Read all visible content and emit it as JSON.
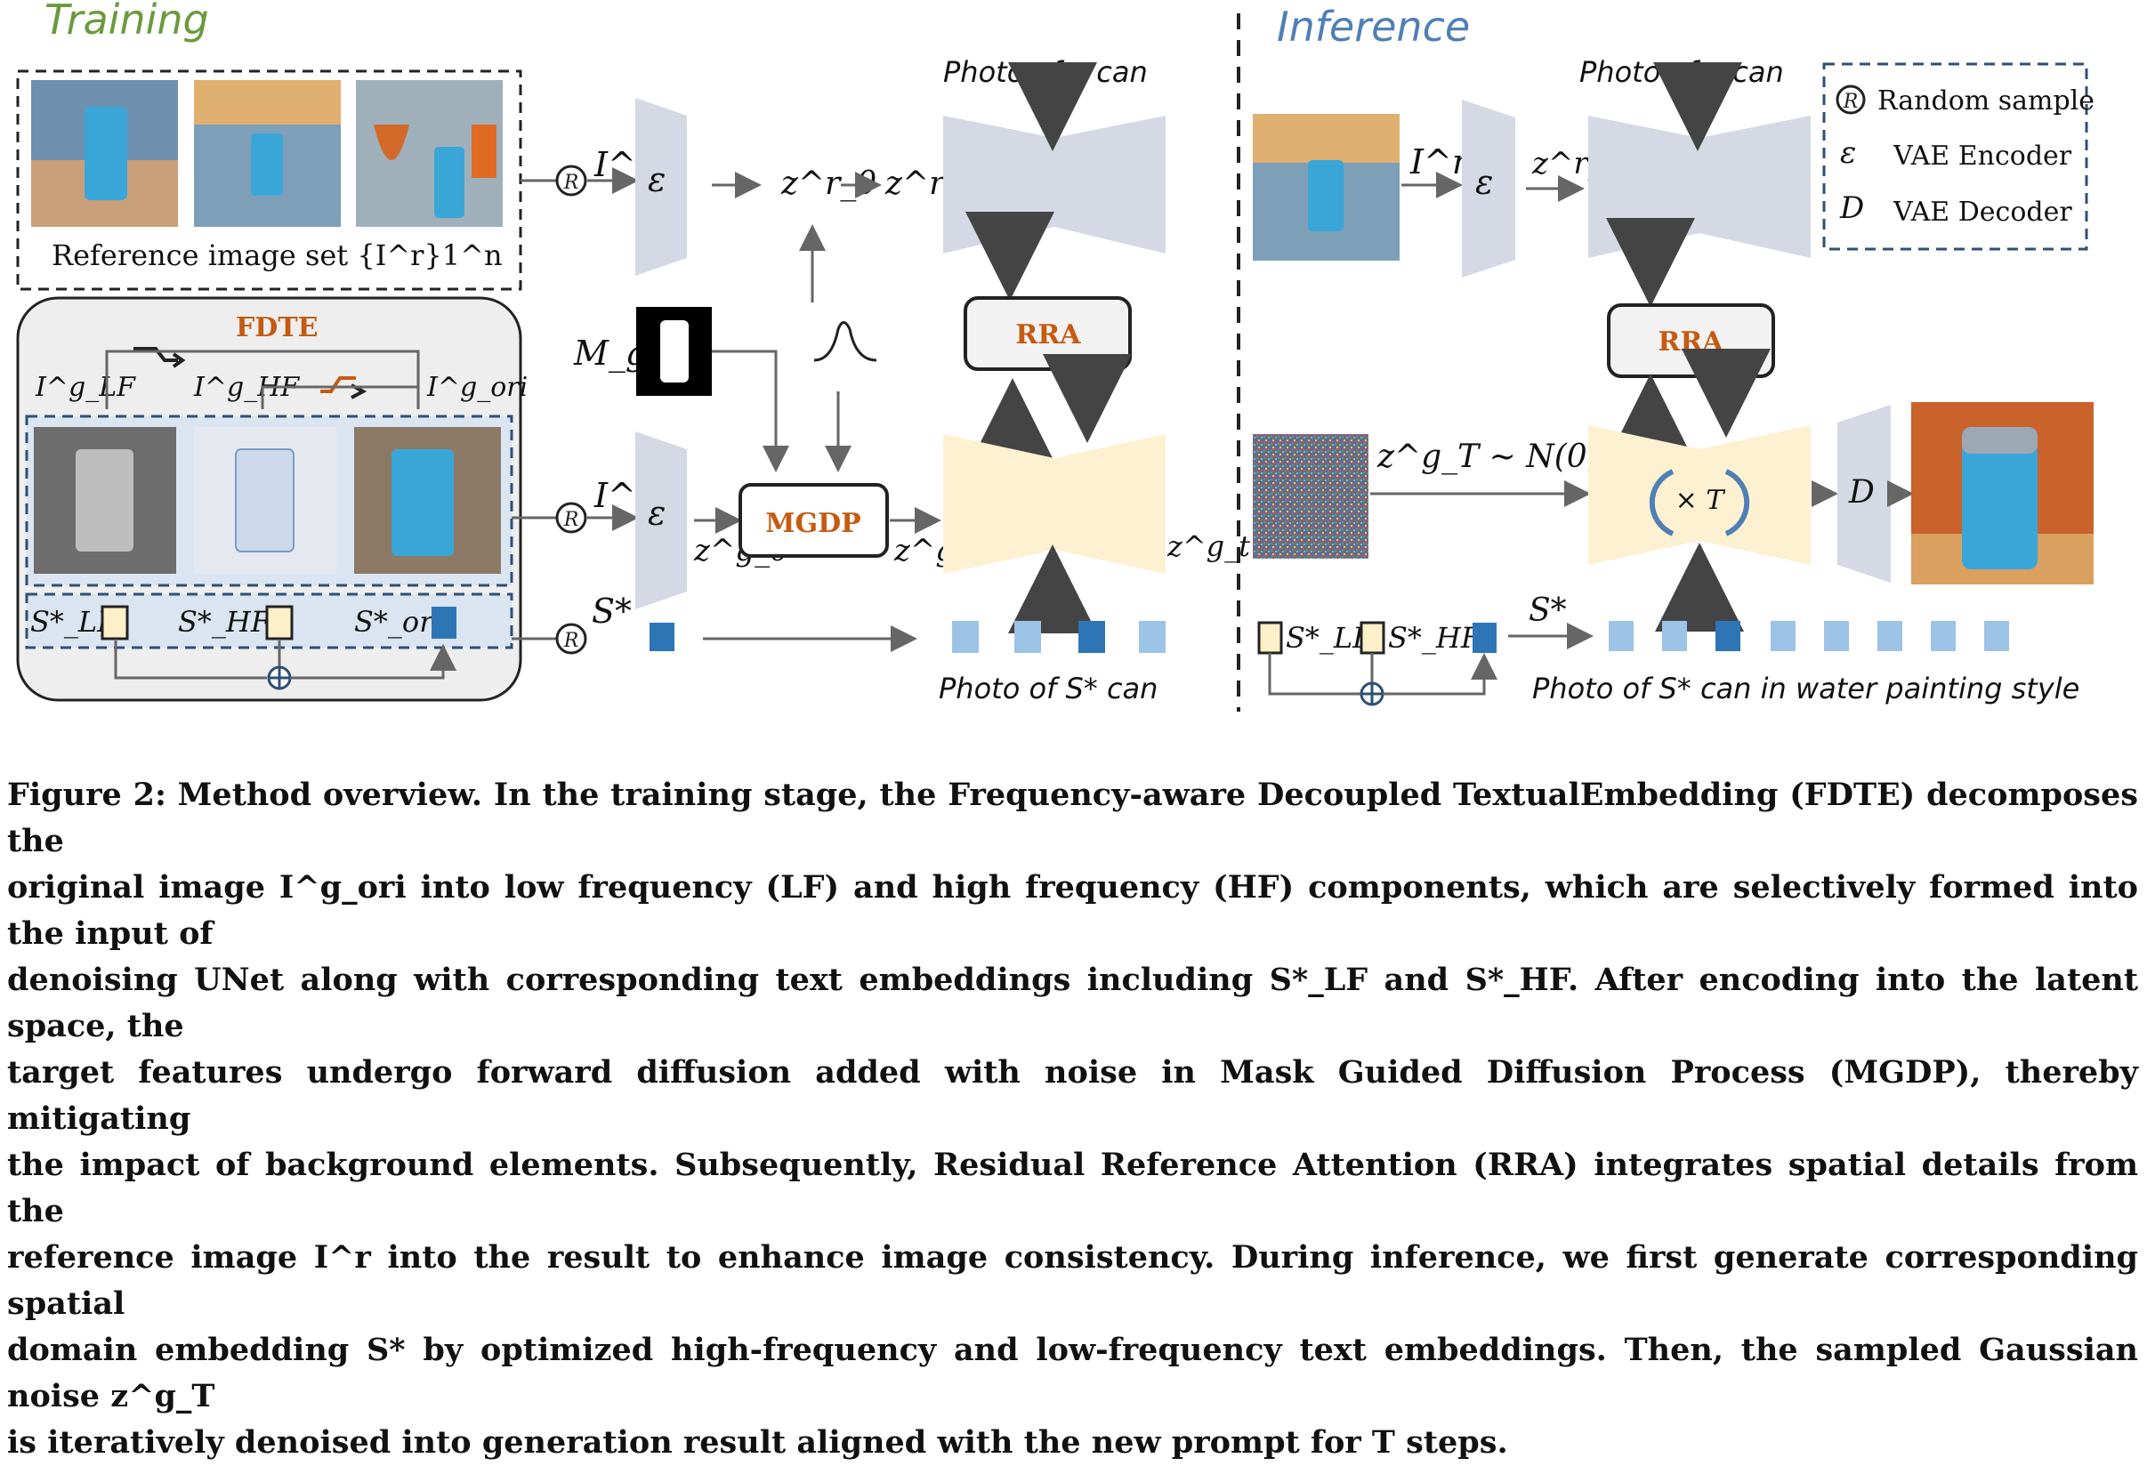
{
  "training": {
    "title": "Training",
    "ref_set_label": "Reference image set {I^r}1^n",
    "fdte_label": "FDTE",
    "i_lf": "I^g_LF",
    "i_hf": "I^g_HF",
    "i_ori": "I^g_ori",
    "s_lf": "S*_LF",
    "s_hf": "S*_HF",
    "s_ori": "S*_ori",
    "ir_label": "I^r",
    "ig_label": "I^g",
    "s_star_label": "S*",
    "enc_symbol": "ε",
    "z0r": "z^r_0",
    "ztr": "z^r_t",
    "mg": "M_g",
    "mgdp": "MGDP",
    "z0g": "z^g_0",
    "ztg": "z^g_t",
    "zt1g": "z^g_t−1",
    "photo_top": "Photo of a can",
    "rra": "RRA",
    "photo_bottom": "Photo of S* can"
  },
  "inference": {
    "title": "Inference",
    "ir_label": "I^r",
    "enc_symbol": "ε",
    "z0r": "z^r_0",
    "photo_top": "Photo of a can",
    "rra": "RRA",
    "noise_label": "z^g_T ~ N(0, I)",
    "times_t": "× T",
    "dec_symbol": "D",
    "s_lf": "S*_LF",
    "s_hf": "S*_HF",
    "s_star": "S*",
    "photo_bottom": "Photo of S* can in water painting style"
  },
  "legend": {
    "random": "Random sample",
    "encoder": "VAE Encoder",
    "decoder": "VAE Decoder",
    "random_symbol": "R",
    "encoder_symbol": "ε",
    "decoder_symbol": "D"
  },
  "colors": {
    "training_title": "#6a9a3e",
    "inference_title": "#4f7fb5",
    "fdte_orange": "#c55a11",
    "unet_gray": "#d4d9e3",
    "unet_cream": "#fdf1d2",
    "token_light": "#9dc3e6",
    "token_dark": "#2e75b6",
    "token_cream": "#fdf0c8",
    "panel_blue": "#dce6f2"
  },
  "caption": {
    "lines": [
      "Figure 2: Method overview. In the training stage, the Frequency-aware Decoupled TextualEmbedding (FDTE) decomposes the",
      "original image I^g_ori into low frequency (LF) and high frequency (HF) components, which are selectively formed into the input of",
      "denoising UNet along with corresponding text embeddings including S*_LF and S*_HF. After encoding into the latent space, the",
      "target features undergo forward diffusion added with noise in Mask Guided Diffusion Process (MGDP), thereby mitigating",
      "the impact of background elements. Subsequently, Residual Reference Attention (RRA) integrates spatial details from the",
      "reference image I^r into the result to enhance image consistency. During inference, we first generate corresponding spatial",
      "domain embedding S* by optimized high-frequency and low-frequency text embeddings. Then, the sampled Gaussian noise z^g_T",
      "is iteratively denoised into generation result aligned with the new prompt for T steps."
    ]
  }
}
